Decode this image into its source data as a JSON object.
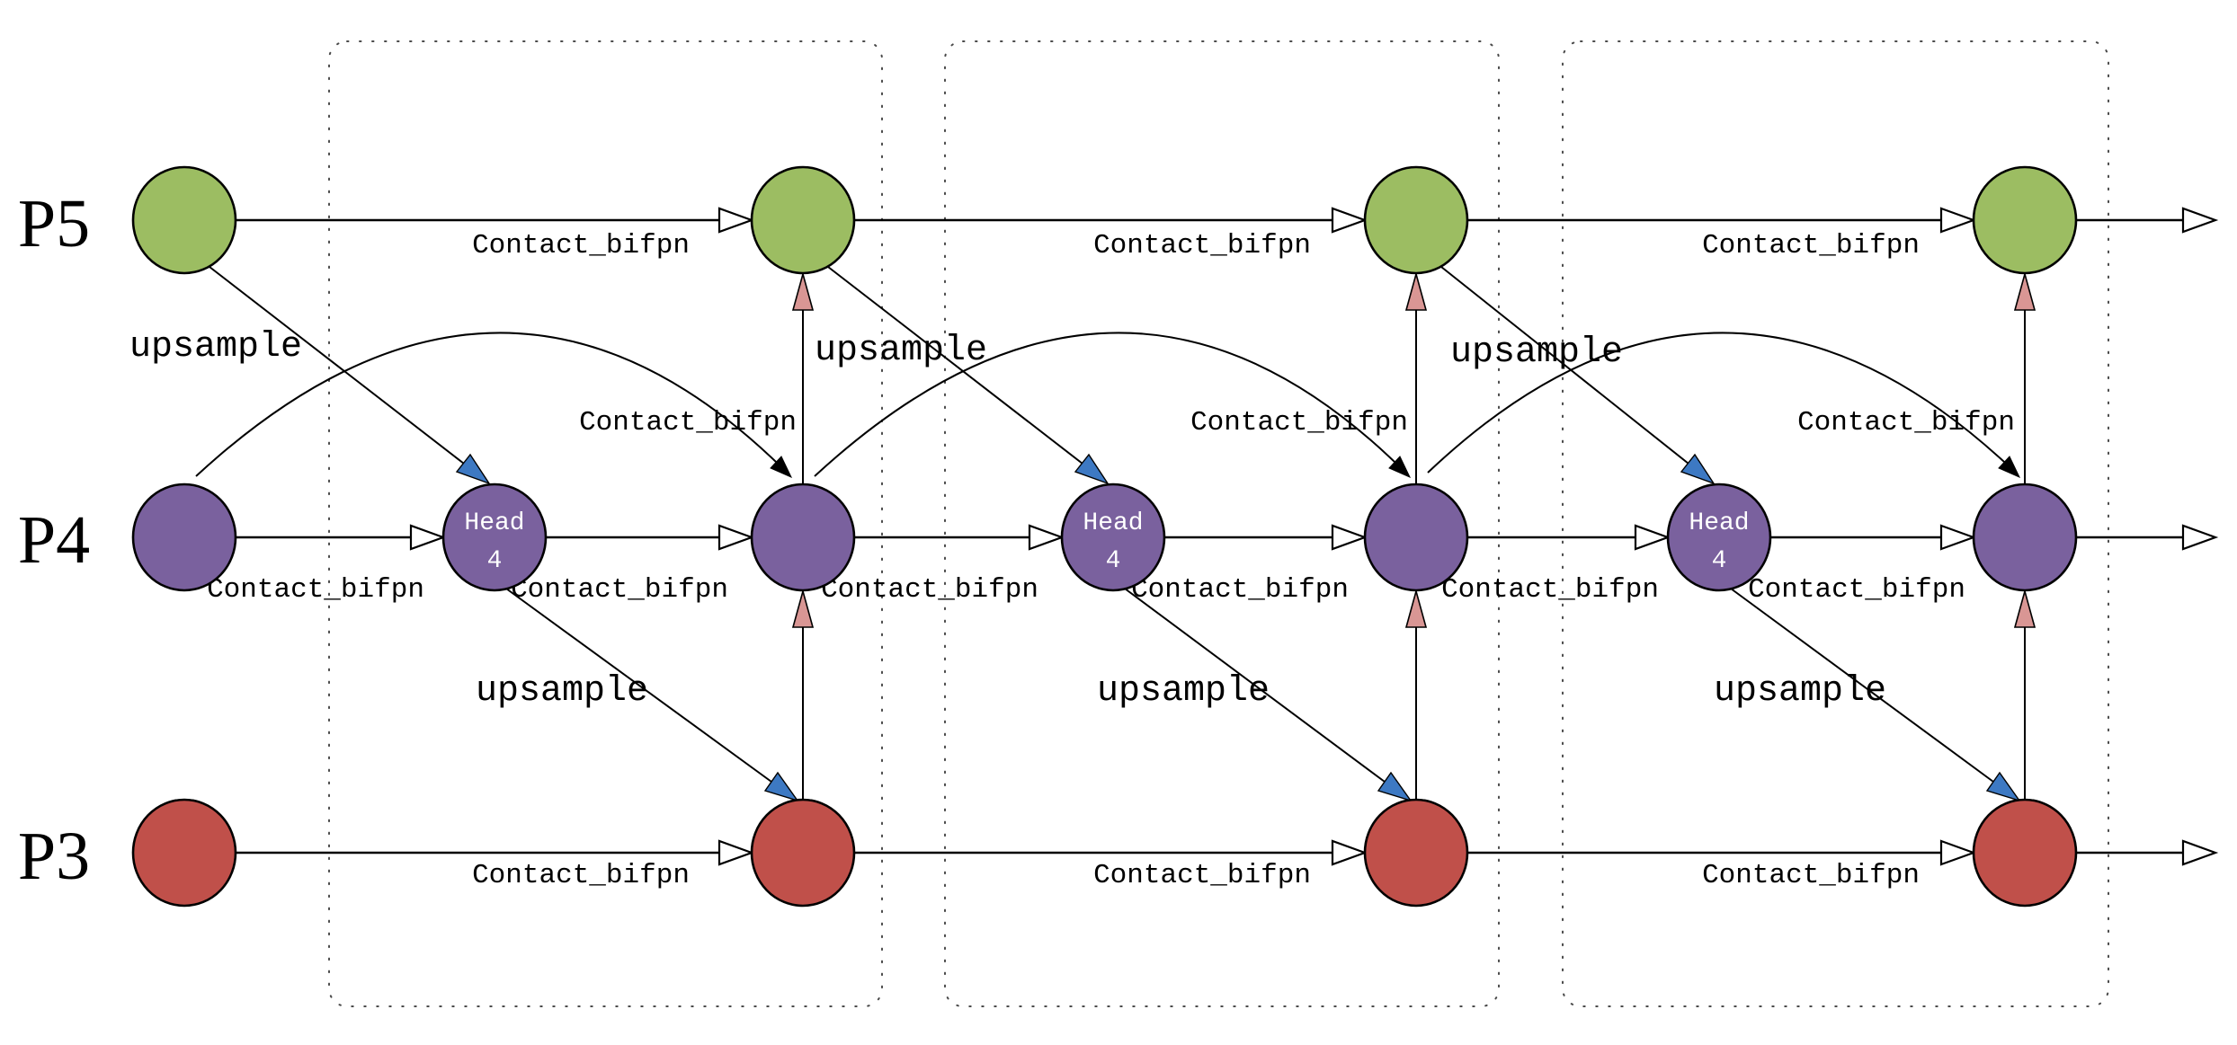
{
  "diagram": {
    "rows": [
      {
        "id": "p5",
        "label": "P5"
      },
      {
        "id": "p4",
        "label": "P4"
      },
      {
        "id": "p3",
        "label": "P3"
      }
    ],
    "labels": {
      "concat": "Contact_bifpn",
      "upsample": "upsample",
      "head_line1": "Head",
      "head_line2": "4"
    },
    "colors": {
      "p5-node": "#9CBD62",
      "p4-node": "#7A619E",
      "p3-node": "#C0504A",
      "upsample-arrow": "#3D79C3",
      "fusion-arrow": "#D99694",
      "edge": "#000000",
      "label-text": "#000000",
      "head-text": "#FFFFFF",
      "block-border": "#4A4A4A",
      "background": "#FFFFFF"
    }
  }
}
